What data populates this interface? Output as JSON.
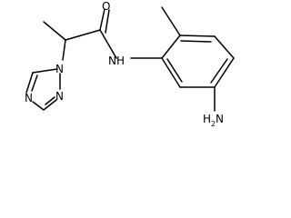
{
  "molecule": {
    "atoms": {
      "oxygen": "O",
      "amide_nh": "NH",
      "triazole_n1": "N",
      "triazole_n2": "N",
      "triazole_n4": "N",
      "amine_h": "H",
      "amine_n": "N",
      "amine_sub": "2"
    },
    "colors": {
      "ink": "#000000",
      "background": "#ffffff"
    }
  }
}
